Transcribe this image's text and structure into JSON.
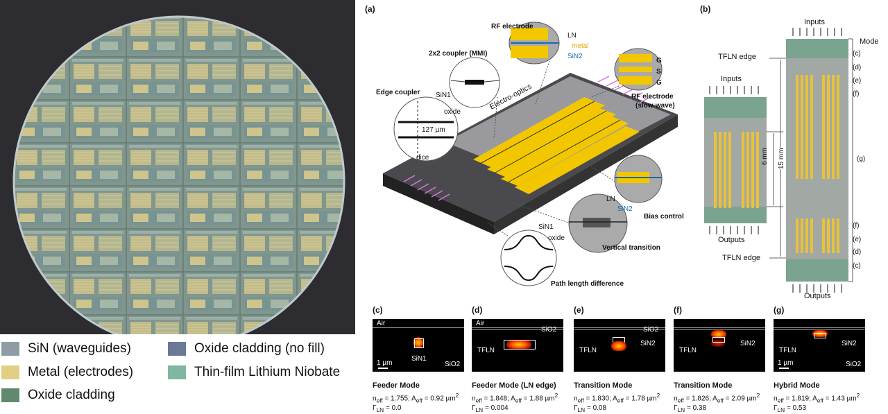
{
  "legend": {
    "items": [
      {
        "label": "SiN (waveguides)",
        "color": "#8d9da3"
      },
      {
        "label": "Metal (electrodes)",
        "color": "#e2cf86"
      },
      {
        "label": "Oxide cladding",
        "color": "#5f8a6e"
      },
      {
        "label": "Oxide cladding (no fill)",
        "color": "#6b7896"
      },
      {
        "label": "Thin-film Lithium Niobate",
        "color": "#7fb7a0"
      }
    ]
  },
  "panel_a": {
    "label": "(a)",
    "rf_electrode": "RF electrode",
    "ln": "LN",
    "metal": "metal",
    "sin2": "SiN2",
    "g": "G",
    "s": "S",
    "coupler_mmi": "2x2 coupler (MMI)",
    "edge_coupler": "Edge coupler",
    "sin1": "SiN1",
    "oxide": "oxide",
    "pitch": "127 µm",
    "dice": "dice",
    "electro_optics": "Electro-optics",
    "rf_slow_wave_1": "RF electrode",
    "rf_slow_wave_2": "(slow-wave)",
    "bias_control": "Bias control",
    "vertical_transition": "Vertical transition",
    "path_length": "Path length difference"
  },
  "panel_b": {
    "label": "(b)",
    "inputs": "Inputs",
    "outputs": "Outputs",
    "mode": "Mode",
    "tfln_edge": "TFLN edge",
    "dim_small": "6 mm",
    "dim_large": "15 mm",
    "markers_top": [
      "(c)",
      "(d)",
      "(e)",
      "(f)"
    ],
    "marker_mid": "(g)",
    "markers_bottom": [
      "(f)",
      "(e)",
      "(d)",
      "(c)"
    ]
  },
  "modes": [
    {
      "label": "(c)",
      "air": "Air",
      "annot": [
        "SiN1",
        "SiO2"
      ],
      "scale": "1 µm",
      "title": "Feeder Mode",
      "neff": "1.755",
      "aeff": "0.92",
      "gamma": "0.0"
    },
    {
      "label": "(d)",
      "air": "Air",
      "annot": [
        "TFLN",
        "SiO2"
      ],
      "scale": "",
      "title": "Feeder Mode (LN edge)",
      "neff": "1.848",
      "aeff": "1.88",
      "gamma": "0.004"
    },
    {
      "label": "(e)",
      "air": "",
      "annot": [
        "TFLN",
        "SiN2",
        "SiO2"
      ],
      "scale": "",
      "title": "Transition Mode",
      "neff": "1.830",
      "aeff": "1.78",
      "gamma": "0.08"
    },
    {
      "label": "(f)",
      "air": "",
      "annot": [
        "TFLN",
        "SiN2"
      ],
      "scale": "",
      "title": "Transition Mode",
      "neff": "1.826",
      "aeff": "2.09",
      "gamma": "0.38"
    },
    {
      "label": "(g)",
      "air": "",
      "annot": [
        "TFLN",
        "SiN2",
        "SiO2"
      ],
      "scale": "1 µm",
      "title": "Hybrid Mode",
      "neff": "1.819",
      "aeff": "1.43",
      "gamma": "0.53"
    }
  ]
}
